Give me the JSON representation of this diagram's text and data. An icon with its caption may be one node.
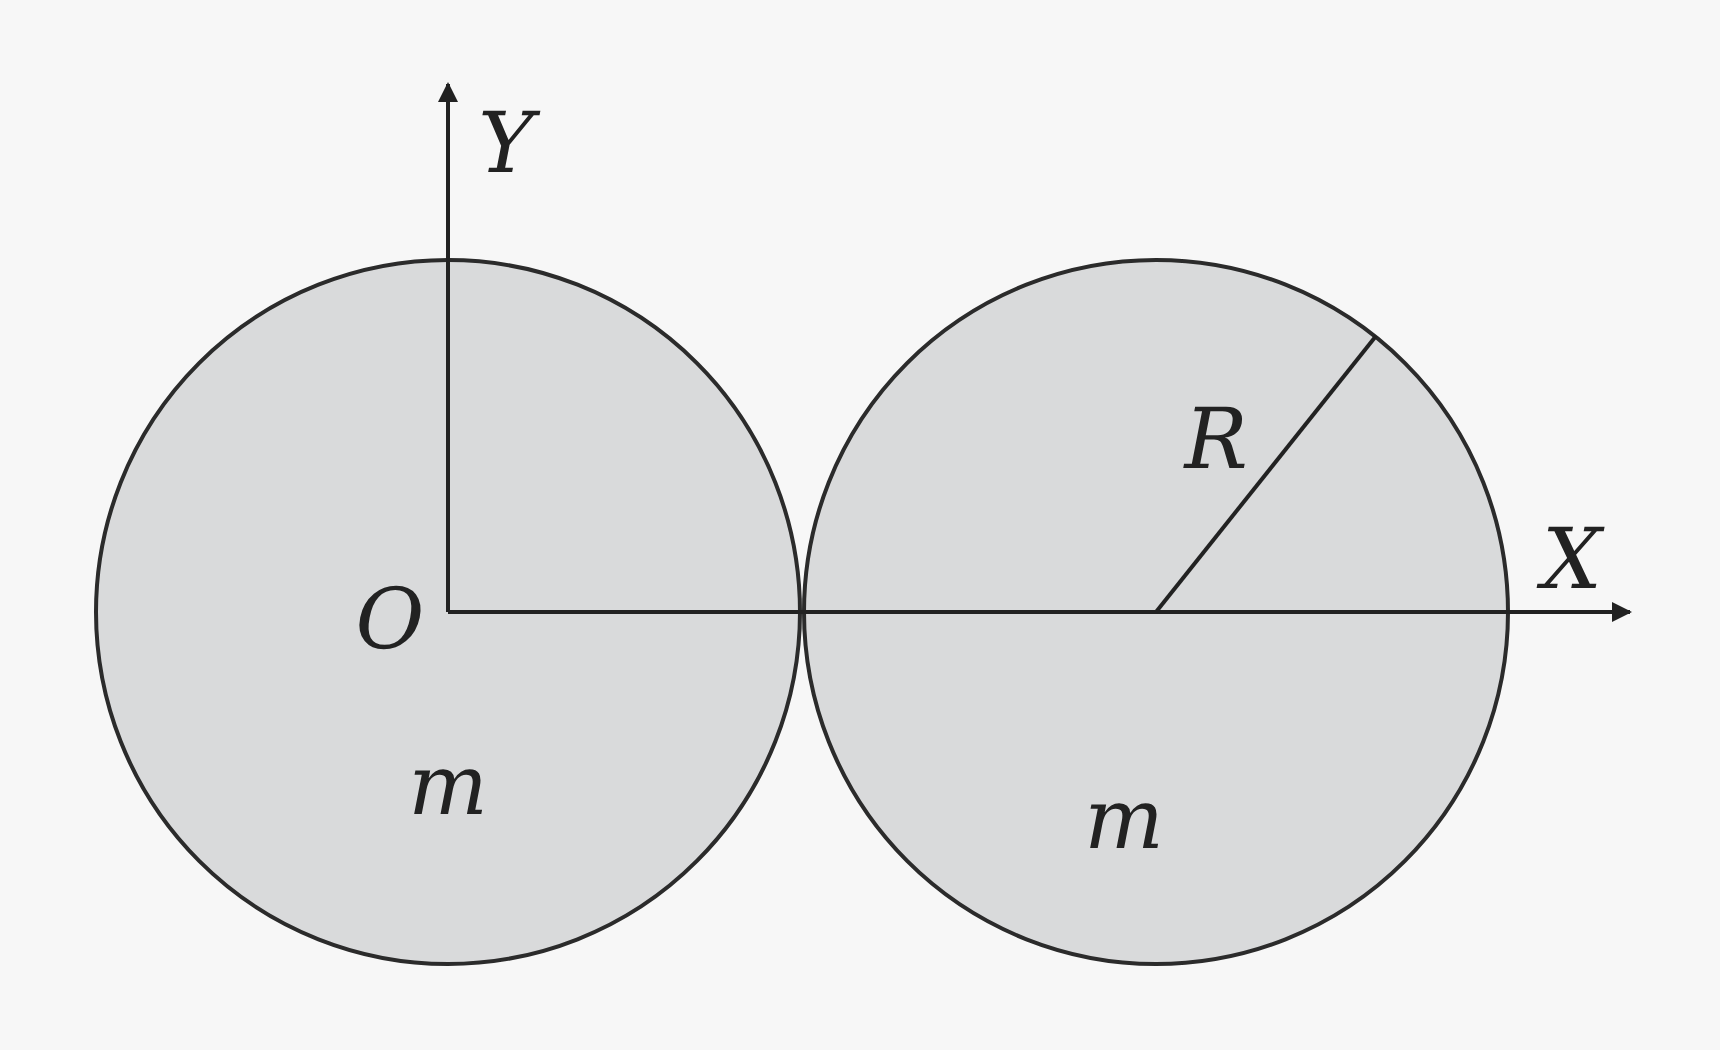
{
  "diagram": {
    "nodes": [
      {
        "text": [
          "m"
        ]
      },
      {
        "text": [
          "m"
        ]
      }
    ],
    "labels": [
      "Y",
      "R",
      "X",
      "O"
    ]
  }
}
